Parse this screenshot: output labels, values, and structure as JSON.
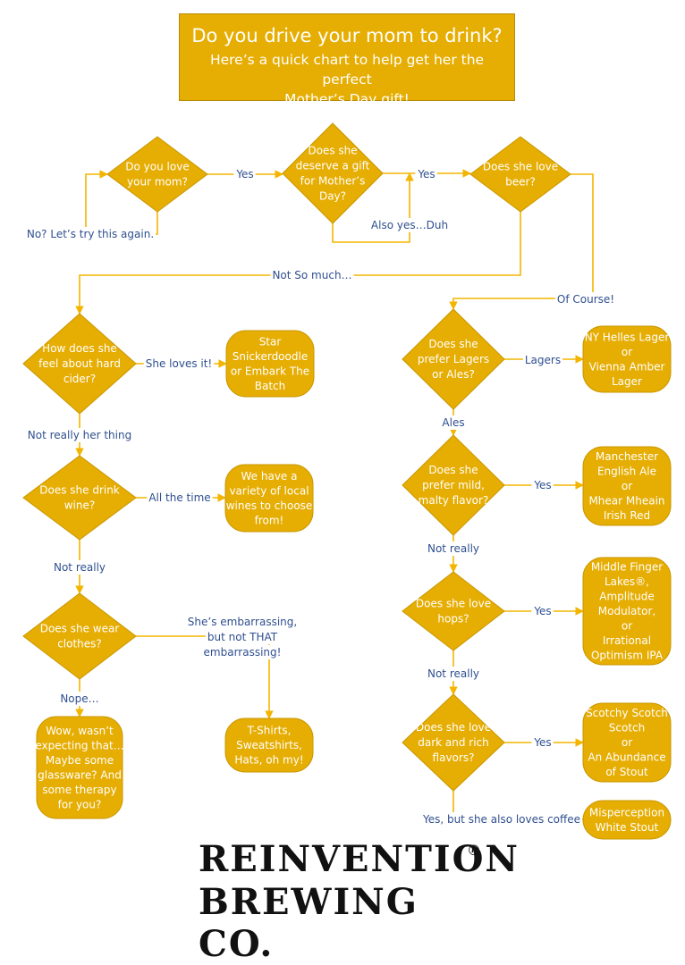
{
  "header": {
    "title": "Do you drive your mom to drink?",
    "subtitle_line1": "Here’s a quick chart to help get her the perfect",
    "subtitle_line2": "Mother’s Day gift!"
  },
  "colors": {
    "node_fill": "#e6ad02",
    "node_stroke": "#c99700",
    "arrow": "#f3b500",
    "label": "#2f4f8f",
    "node_text": "#ffffff"
  },
  "nodes": {
    "love_mom": [
      "Do you love",
      "your mom?"
    ],
    "deserve_gift": [
      "Does she",
      "deserve a gift",
      "for Mother’s",
      "Day?"
    ],
    "love_beer": [
      "Does she love",
      "beer?"
    ],
    "hard_cider": [
      "How does she",
      "feel about hard",
      "cider?"
    ],
    "drink_wine": [
      "Does she drink",
      "wine?"
    ],
    "wear_clothes": [
      "Does she wear",
      "clothes?"
    ],
    "lagers_ales": [
      "Does she",
      "prefer Lagers",
      "or Ales?"
    ],
    "mild_malty": [
      "Does she",
      "prefer mild,",
      "malty flavor?"
    ],
    "love_hops": [
      "Does she love",
      "hops?"
    ],
    "dark_rich": [
      "Does she love",
      "dark and rich",
      "flavors?"
    ]
  },
  "results": {
    "cider": [
      "Star",
      "Snickerdoodle",
      "or Embark The",
      "Batch"
    ],
    "wine": [
      "We have a",
      "variety of local",
      "wines to choose",
      "from!"
    ],
    "no_clothes": [
      "Wow, wasn’t",
      "expecting that…",
      "Maybe some",
      "glassware? And",
      "some therapy",
      "for you?"
    ],
    "shirts": [
      "T-Shirts,",
      "Sweatshirts,",
      "Hats, oh my!"
    ],
    "lagers": [
      "NY Helles Lager",
      "or",
      "Vienna Amber",
      "Lager"
    ],
    "malty": [
      "Manchester",
      "English Ale",
      "or",
      "Mhear Mheain",
      "Irish Red"
    ],
    "hops": [
      "Middle Finger",
      "Lakes®,",
      "Amplitude",
      "Modulator,",
      "or",
      "Irrational",
      "Optimism IPA"
    ],
    "dark": [
      "Scotchy Scotch",
      "Scotch",
      "or",
      "An Abundance",
      "of Stout"
    ],
    "coffee": [
      "Misperception",
      "White Stout"
    ]
  },
  "labels": {
    "no_try_again": "No? Let’s try this again.",
    "yes1": "Yes",
    "yes2": "Yes",
    "also_yes": "Also yes…Duh",
    "not_so_much": "Not So much…",
    "of_course": "Of Course!",
    "she_loves_it": "She loves it!",
    "not_her_thing": "Not really her thing",
    "all_the_time": "All the time",
    "not_really_wine": "Not really",
    "embarrassing_line1": "She’s embarrassing,",
    "embarrassing_line2": "but not THAT",
    "embarrassing_line3": "embarrassing!",
    "nope": "Nope…",
    "lagers": "Lagers",
    "ales": "Ales",
    "yes_malty": "Yes",
    "not_really_malty": "Not really",
    "yes_hops": "Yes",
    "not_really_hops": "Not really",
    "yes_dark": "Yes",
    "coffee": "Yes, but she also loves coffee"
  },
  "logo": {
    "line1": "REINVENTION",
    "line2": "BREWING CO.",
    "mark": "®"
  }
}
